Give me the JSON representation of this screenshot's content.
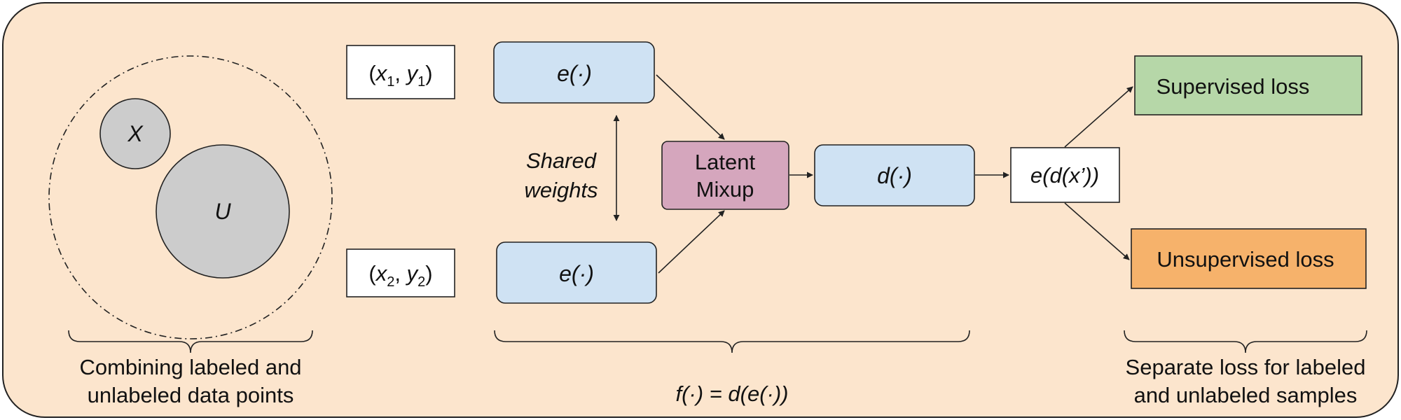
{
  "colors": {
    "background": "#fce5cd",
    "encoder": "#cfe2f3",
    "mixup": "#d5a6bd",
    "supervised": "#b6d7a8",
    "unsupervised": "#f6b26b",
    "neutral_circle": "#cccccc",
    "stroke": "#222222"
  },
  "data_sets": {
    "labeled": "X",
    "unlabeled": "U"
  },
  "inputs": {
    "pair_1": {
      "x": "x",
      "x_sub": "1",
      "y": "y",
      "y_sub": "1"
    },
    "pair_2": {
      "x": "x",
      "x_sub": "2",
      "y": "y",
      "y_sub": "2"
    }
  },
  "encoders": {
    "top": "e(·)",
    "bottom": "e(·)"
  },
  "shared_weights": {
    "line1": "Shared",
    "line2": "weights"
  },
  "mixup": {
    "line1": "Latent",
    "line2": "Mixup"
  },
  "decoder": "d(·)",
  "reencoded": "e(d(x’))",
  "losses": {
    "supervised": "Supervised loss",
    "unsupervised": "Unsupervised loss"
  },
  "captions": {
    "left_line1": "Combining labeled and",
    "left_line2": "unlabeled data points",
    "middle": "f(·) = d(e(·))",
    "right_line1": "Separate loss for labeled",
    "right_line2": "and unlabeled samples"
  }
}
